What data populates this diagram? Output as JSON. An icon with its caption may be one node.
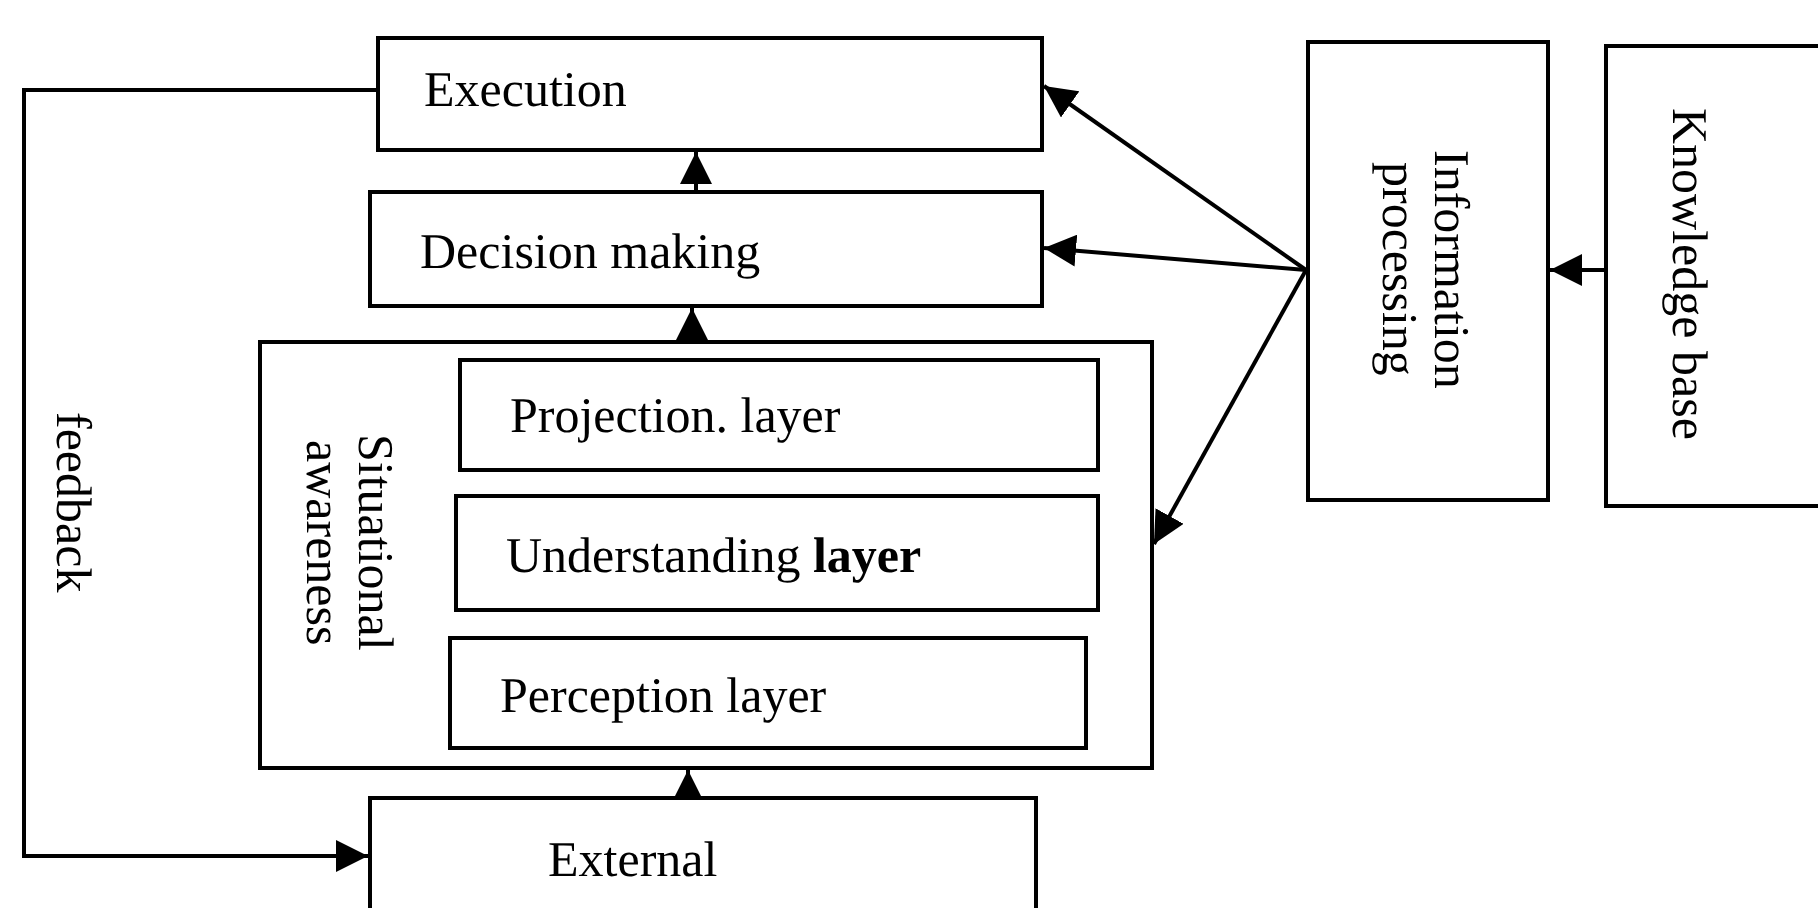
{
  "diagram": {
    "nodes": [
      {
        "text": [
          "Execution"
        ]
      },
      {
        "text": [
          "Decision making"
        ]
      },
      {
        "text": [
          "Situational awareness"
        ]
      },
      {
        "text": [
          "Projection. layer"
        ],
        "in": 2
      },
      {
        "text": [
          "Understanding **layer**"
        ],
        "in": 2
      },
      {
        "text": [
          "Perception layer"
        ],
        "in": 2
      },
      {
        "text": [
          "External"
        ]
      },
      {
        "text": [
          "Information processing"
        ]
      },
      {
        "text": [
          "Knowledge base"
        ]
      }
    ],
    "edges": [
      {
        "from": 1,
        "to": 0,
        "arrow": "to"
      },
      {
        "from": 2,
        "to": 1,
        "arrow": "to"
      },
      {
        "from": 6,
        "to": 2,
        "arrow": "to"
      },
      {
        "from": 7,
        "to": 0,
        "arrow": "to"
      },
      {
        "from": 7,
        "to": 1,
        "arrow": "to"
      },
      {
        "from": 7,
        "to": 2,
        "arrow": "to"
      },
      {
        "from": 8,
        "to": 7,
        "arrow": "to"
      },
      {
        "from": 0,
        "to": 6,
        "arrow": "to",
        "label": "feedback"
      }
    ]
  }
}
